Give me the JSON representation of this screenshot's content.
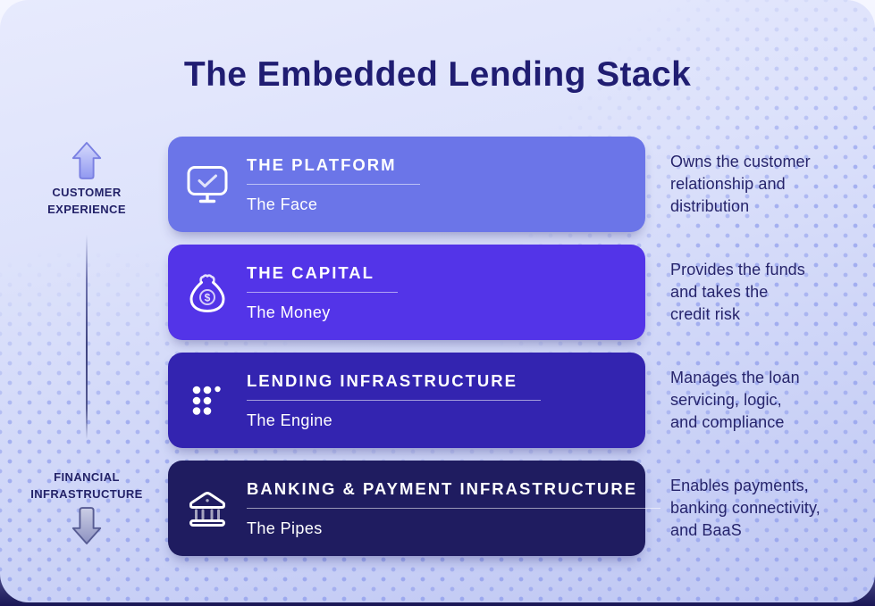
{
  "title": "The Embedded Lending Stack",
  "axis": {
    "top_label": "CUSTOMER\nEXPERIENCE",
    "bottom_label": "FINANCIAL\nINFRASTRUCTURE",
    "top_icon": "up-arrow-icon",
    "bottom_icon": "down-arrow-icon"
  },
  "layers": [
    {
      "heading": "THE PLATFORM",
      "subtitle": "The Face",
      "description": "Owns the customer\nrelationship and\ndistribution",
      "color": "#6B75E8",
      "icon": "monitor-check-icon"
    },
    {
      "heading": "THE CAPITAL",
      "subtitle": "The Money",
      "description": "Provides the funds\nand takes the\ncredit risk",
      "color": "#5334E8",
      "icon": "money-bag-icon"
    },
    {
      "heading": "LENDING INFRASTRUCTURE",
      "subtitle": "The Engine",
      "description": "Manages the loan\nservicing, logic,\nand compliance",
      "color": "#3324B0",
      "icon": "dots-grid-icon"
    },
    {
      "heading": "BANKING & PAYMENT INFRASTRUCTURE",
      "subtitle": "The Pipes",
      "description": "Enables payments,\nbanking connectivity,\nand BaaS",
      "color": "#1F1C60",
      "icon": "bank-icon"
    }
  ],
  "colors": {
    "title_text": "#201D72",
    "body_text": "#26246B",
    "bar_text": "#FFFFFF",
    "card_bg_top": "#E7EAFD",
    "card_bg_bottom": "#BFC7F3",
    "dot_pattern": "#7C8CE9"
  }
}
